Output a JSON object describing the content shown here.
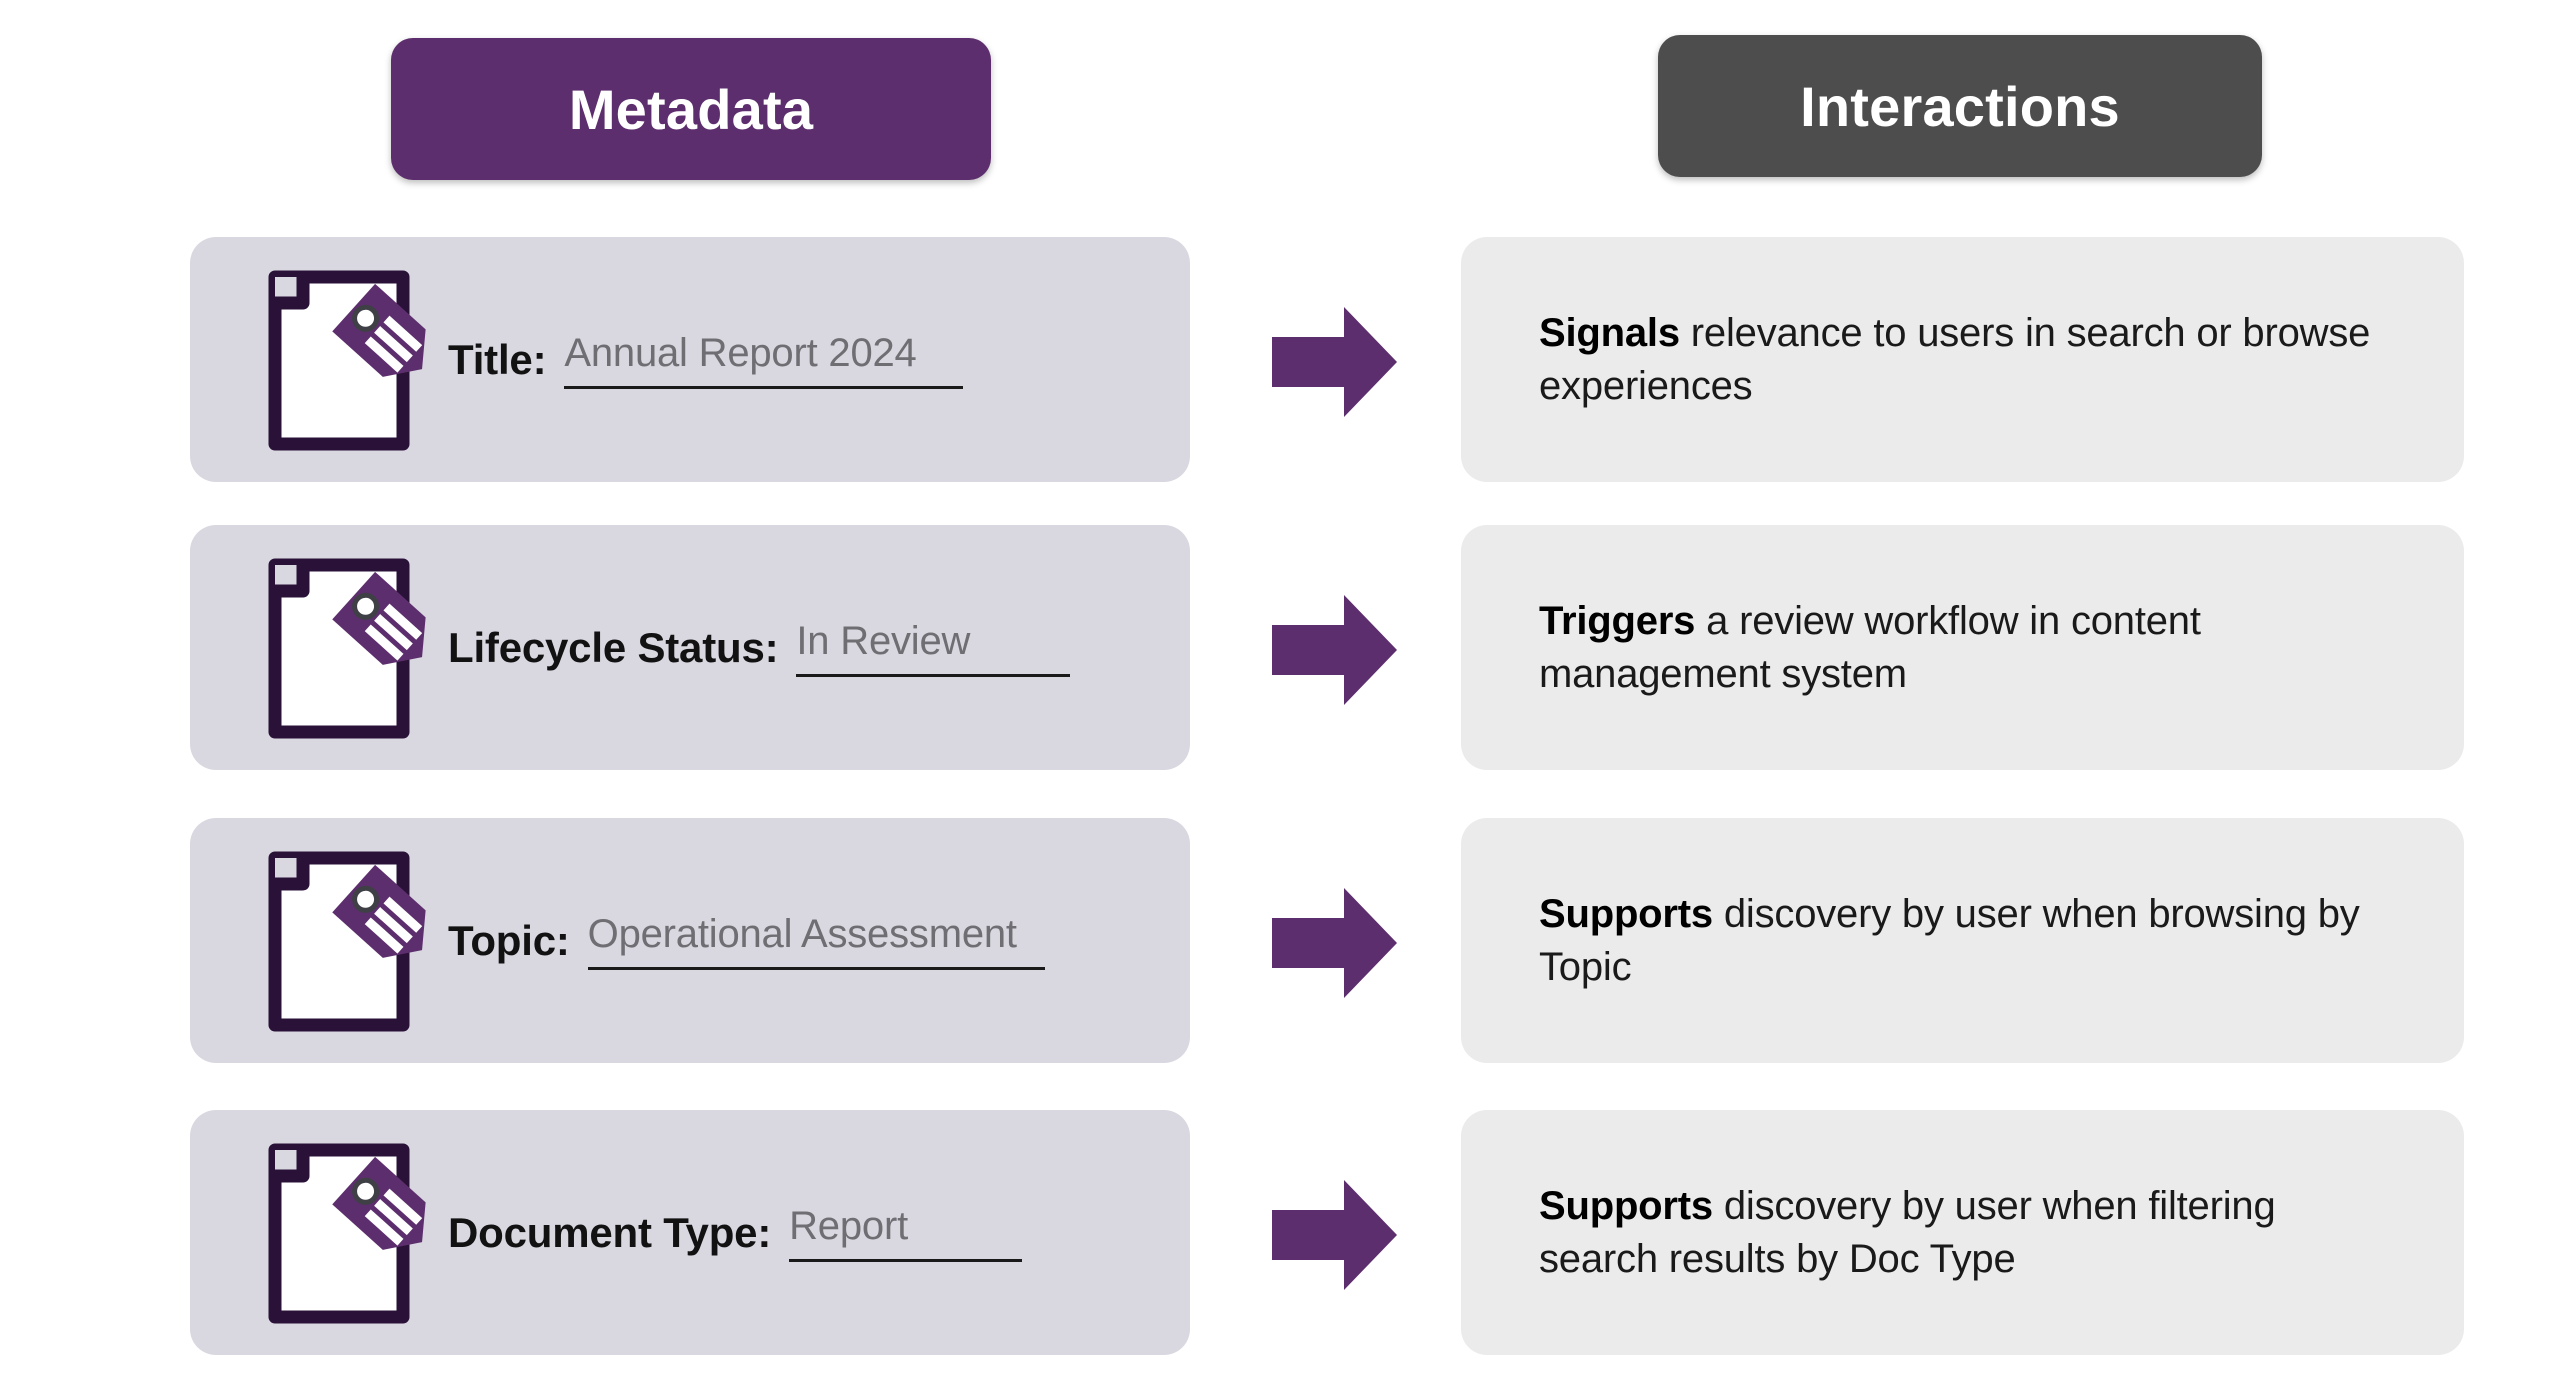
{
  "columns": {
    "left": {
      "title": "Metadata",
      "color": "#5D2E6D"
    },
    "right": {
      "title": "Interactions",
      "color": "#4D4D4D"
    }
  },
  "colors": {
    "purple": "#5D2E6D",
    "dark_purple_outline": "#2A1138",
    "header_gray": "#4D4D4D",
    "metadata_card_bg": "#D9D8E1",
    "interaction_card_bg": "#EBEBEB",
    "value_text": "#6E6E73"
  },
  "rows": [
    {
      "icon": "document-tag-icon",
      "label": "Title:",
      "value": "Annual Report 2024",
      "arrow": "right-arrow-icon",
      "interaction_lead": "Signals",
      "interaction_rest": " relevance to users in search or browse experiences"
    },
    {
      "icon": "document-tag-icon",
      "label": "Lifecycle Status:",
      "value": "In Review",
      "arrow": "right-arrow-icon",
      "interaction_lead": "Triggers",
      "interaction_rest": " a review workflow in content management system"
    },
    {
      "icon": "document-tag-icon",
      "label": "Topic:",
      "value": "Operational Assessment",
      "arrow": "right-arrow-icon",
      "interaction_lead": "Supports",
      "interaction_rest": " discovery by user when browsing by Topic"
    },
    {
      "icon": "document-tag-icon",
      "label": "Document Type:",
      "value": "Report",
      "arrow": "right-arrow-icon",
      "interaction_lead": "Supports",
      "interaction_rest": " discovery by user when filtering search results by Doc Type"
    }
  ]
}
